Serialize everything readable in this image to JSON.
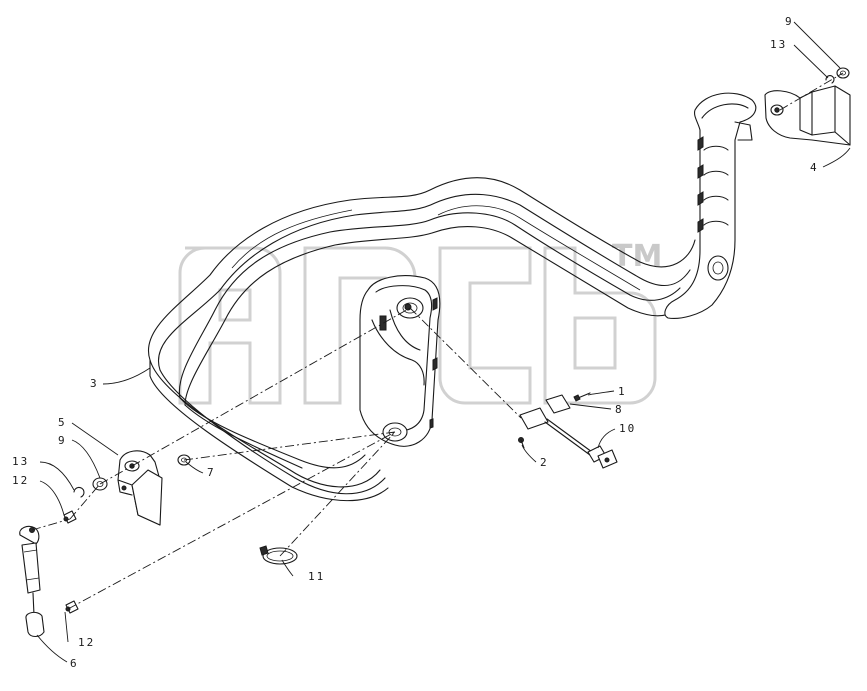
{
  "diagram": {
    "callouts": [
      {
        "id": "c1",
        "label": "1"
      },
      {
        "id": "c2",
        "label": "2"
      },
      {
        "id": "c3",
        "label": "3"
      },
      {
        "id": "c4",
        "label": "4"
      },
      {
        "id": "c5",
        "label": "5"
      },
      {
        "id": "c6",
        "label": "6"
      },
      {
        "id": "c7",
        "label": "7"
      },
      {
        "id": "c8",
        "label": "8"
      },
      {
        "id": "c9a",
        "label": "9"
      },
      {
        "id": "c9b",
        "label": "9"
      },
      {
        "id": "c10",
        "label": "10"
      },
      {
        "id": "c11",
        "label": "11"
      },
      {
        "id": "c12a",
        "label": "12"
      },
      {
        "id": "c12b",
        "label": "12"
      },
      {
        "id": "c13a",
        "label": "13"
      },
      {
        "id": "c13b",
        "label": "13"
      }
    ]
  },
  "watermark": {
    "text": "TM"
  }
}
